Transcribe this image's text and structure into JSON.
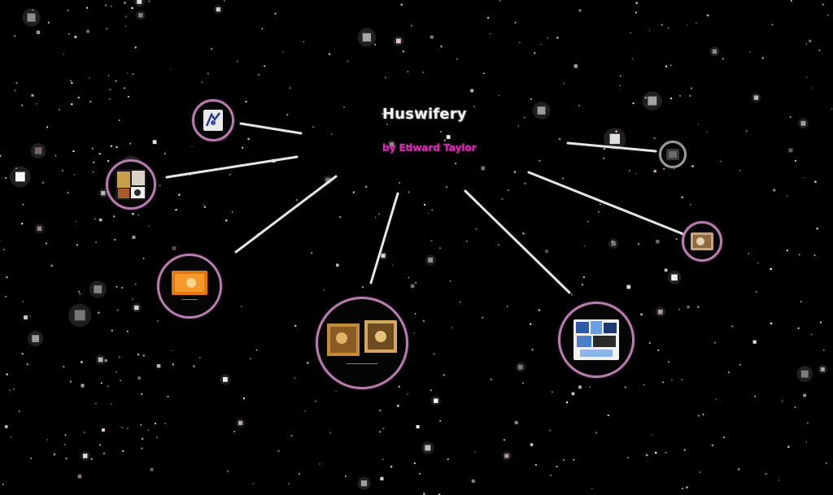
{
  "presentation": {
    "title": "Huswifery",
    "subtitle": "by Edward Taylor"
  },
  "frames": [
    {
      "id": "frame-1",
      "icon": "sketch-thumbnail-icon",
      "accent": "#b97cae"
    },
    {
      "id": "frame-2",
      "icon": "collage-thumbnail-icon",
      "accent": "#b97cae"
    },
    {
      "id": "frame-3",
      "icon": "orange-slide-thumbnail-icon",
      "accent": "#b97cae"
    },
    {
      "id": "frame-4",
      "icon": "two-photo-thumbnail-icon",
      "accent": "#b97cae"
    },
    {
      "id": "frame-5",
      "icon": "blue-collage-thumbnail-icon",
      "accent": "#b97cae"
    },
    {
      "id": "frame-6",
      "icon": "dark-thumbnail-icon",
      "accent": "#9a9a9a"
    },
    {
      "id": "frame-7",
      "icon": "sepia-photo-thumbnail-icon",
      "accent": "#b97cae"
    }
  ],
  "colors": {
    "background": "#000000",
    "title": "#f2f2f2",
    "subtitle": "#d12fae",
    "frame_border": "#b97cae",
    "connector": "#e6e6e6"
  }
}
